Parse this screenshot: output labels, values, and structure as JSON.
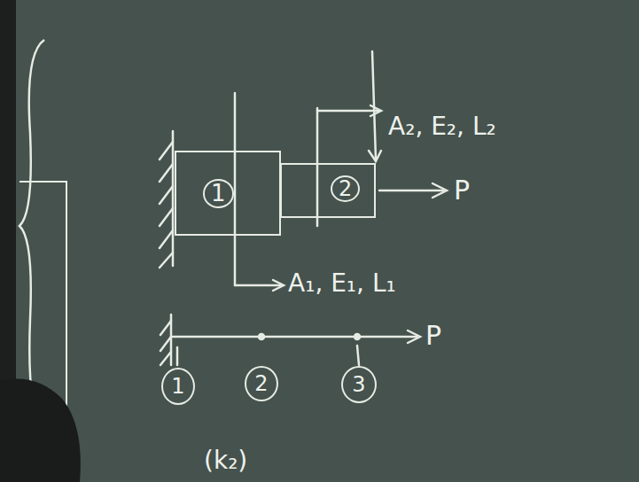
{
  "diagram": {
    "nodes": [
      {
        "text": [
          "1"
        ]
      },
      {
        "text": [
          "2"
        ]
      },
      {
        "text": [
          "1"
        ]
      },
      {
        "text": [
          "2"
        ]
      },
      {
        "text": [
          "3"
        ]
      }
    ],
    "labels": [
      "A₂, E₂, L₂",
      "P",
      "A₁, E₁, L₁",
      "P",
      "(k₂)"
    ]
  }
}
